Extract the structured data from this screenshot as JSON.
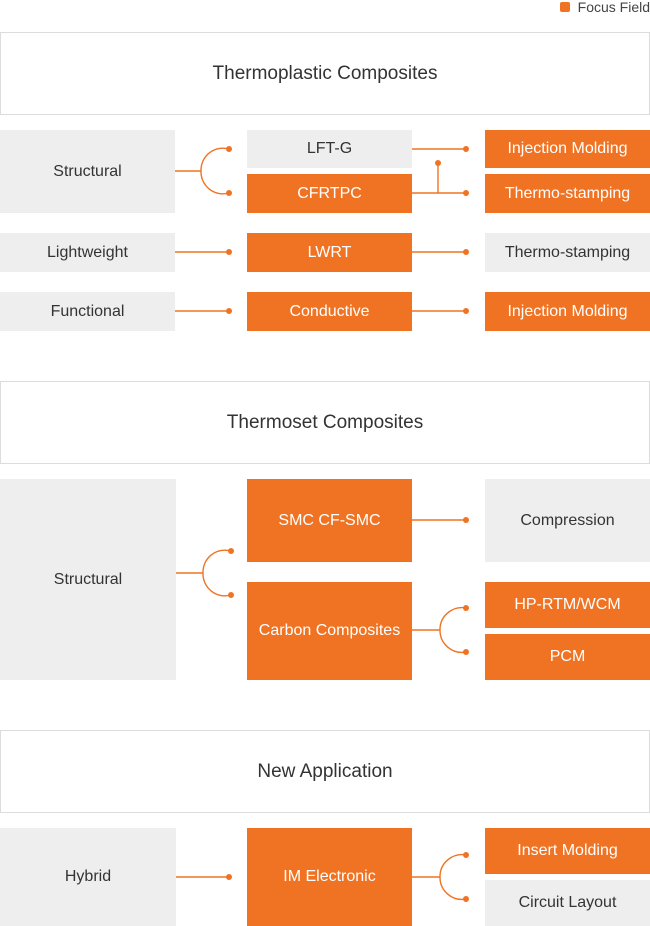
{
  "legend": {
    "label": "Focus Field",
    "color": "#f07323"
  },
  "colors": {
    "focus": "#f07323",
    "neutral": "#eeeeee",
    "border": "#dcdcdc"
  },
  "sections": [
    {
      "title": "Thermoplastic Composites",
      "rows": [
        {
          "category": "Structural",
          "materials": [
            "LFT-G",
            "CFRTPC"
          ],
          "processes": [
            "Injection Molding",
            "Thermo-stamping"
          ]
        },
        {
          "category": "Lightweight",
          "materials": [
            "LWRT"
          ],
          "processes": [
            "Thermo-stamping"
          ]
        },
        {
          "category": "Functional",
          "materials": [
            "Conductive"
          ],
          "processes": [
            "Injection Molding"
          ]
        }
      ]
    },
    {
      "title": "Thermoset Composites",
      "rows": [
        {
          "category": "Structural",
          "materials": [
            "SMC CF-SMC",
            "Carbon Composites"
          ],
          "processes": [
            "Compression",
            "HP-RTM/WCM",
            "PCM"
          ]
        }
      ]
    },
    {
      "title": "New Application",
      "rows": [
        {
          "category": "Hybrid",
          "materials": [
            "IM Electronic"
          ],
          "processes": [
            "Insert Molding",
            "Circuit Layout"
          ]
        }
      ]
    }
  ]
}
